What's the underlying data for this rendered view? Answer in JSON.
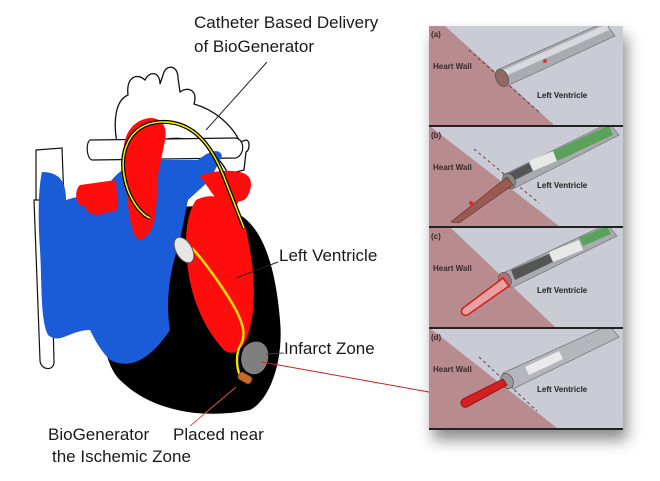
{
  "figure": {
    "labels": {
      "catheter_line1": "Catheter Based Delivery",
      "catheter_line2": "of BioGenerator",
      "left_ventricle": "Left Ventricle",
      "infarct_zone": "Infarct Zone",
      "biogen_line1a": "BioGenerator",
      "biogen_line1b": "Placed near",
      "biogen_line2": "the Ischemic Zone"
    },
    "colors": {
      "oxygenated": "#ff0d0d",
      "deoxygenated": "#1a5cd8",
      "myocardium": "#000000",
      "catheter": "#f2e600",
      "infarct": "#808080",
      "biogenerator": "#c8692e",
      "heart_wall_panel": "#b88b8f",
      "ventricle_panel": "#c9ccd5"
    }
  },
  "panels": [
    {
      "tag": "(a)",
      "heart_wall": "Heart Wall",
      "left_ventricle": "Left Ventricle"
    },
    {
      "tag": "(b)",
      "heart_wall": "Heart Wall",
      "left_ventricle": "Left Ventricle"
    },
    {
      "tag": "(c)",
      "heart_wall": "Heart Wall",
      "left_ventricle": "Left Ventricle"
    },
    {
      "tag": "(d)",
      "heart_wall": "Heart Wall",
      "left_ventricle": "Left Ventricle"
    }
  ]
}
